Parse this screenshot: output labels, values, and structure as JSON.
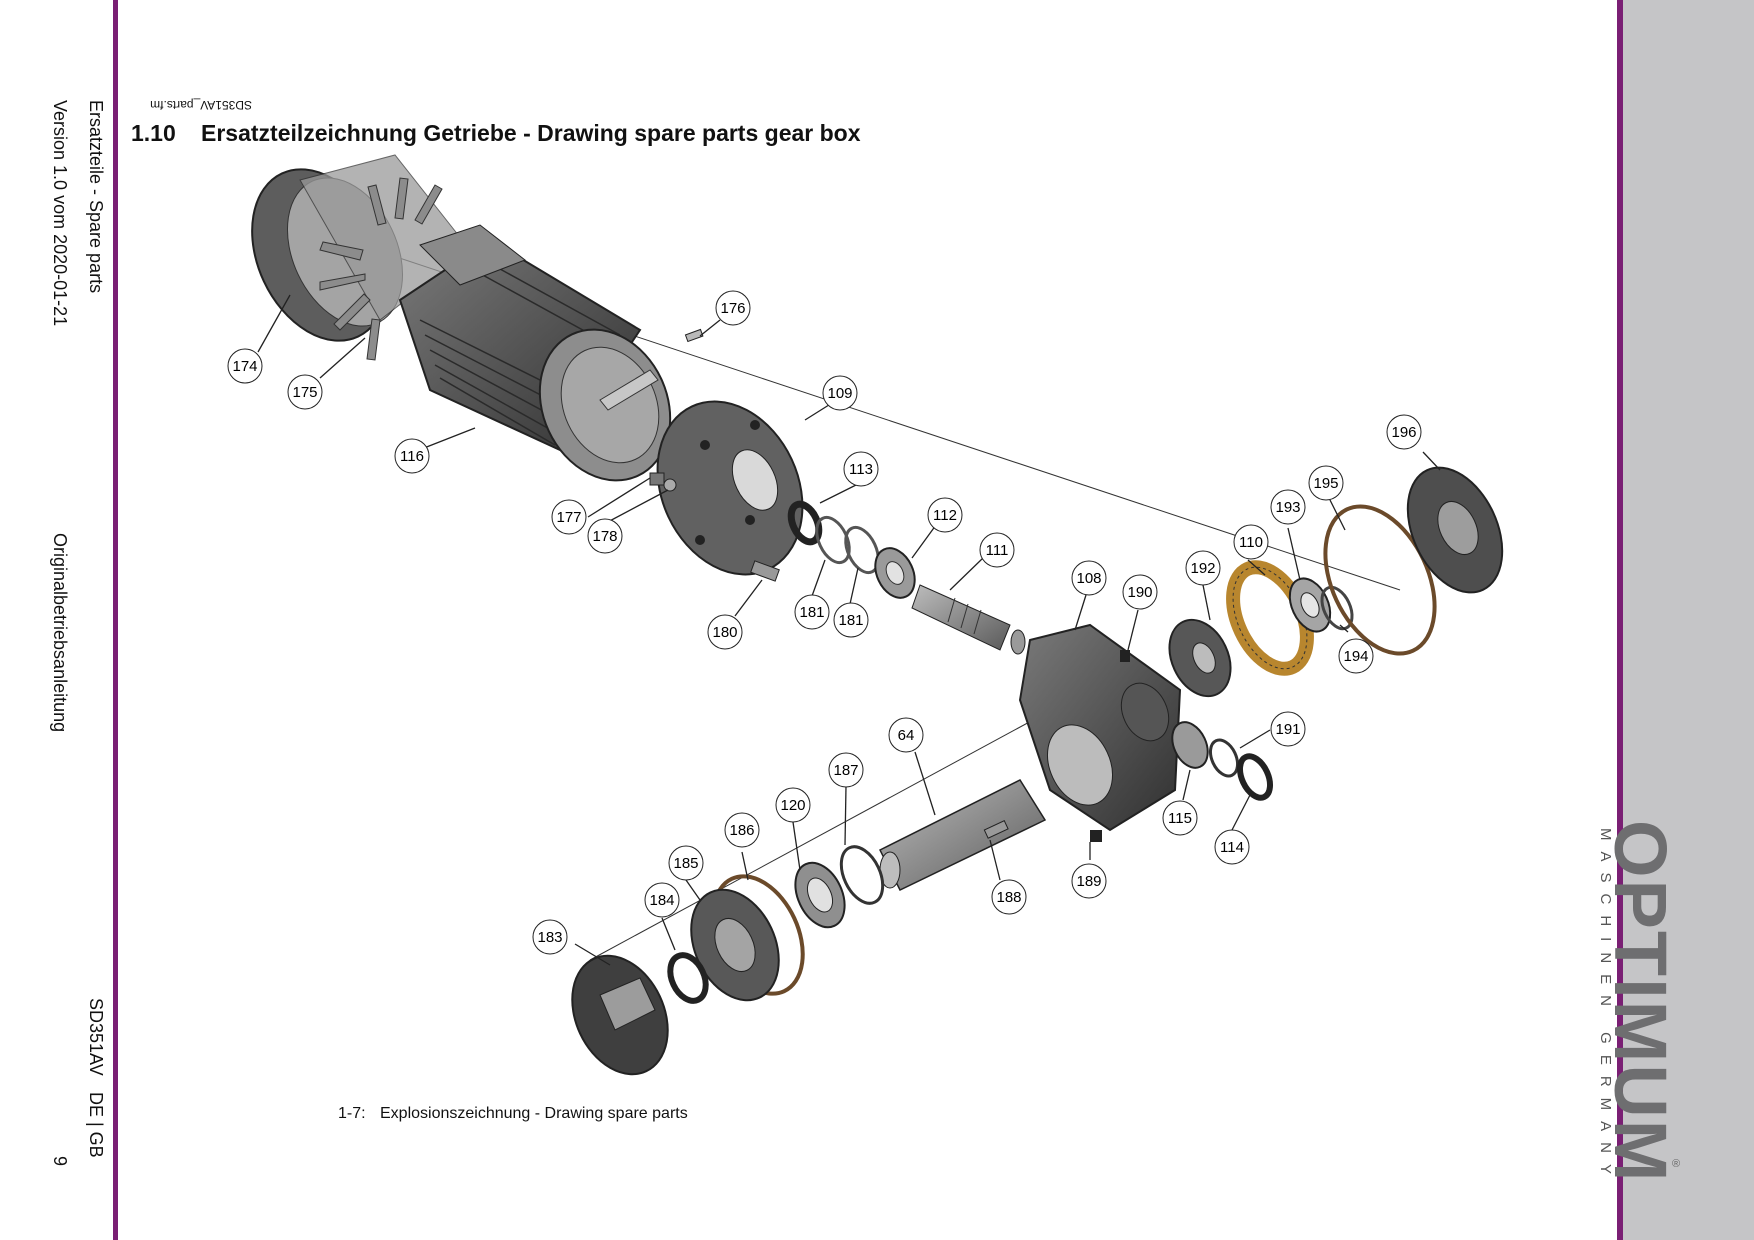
{
  "page": {
    "filename": "SD351AV_parts.fm",
    "section_number": "1.10",
    "section_title": "Ersatzteilzeichnung Getriebe - Drawing spare parts gear box",
    "caption_number": "1-7:",
    "caption_text": "Explosionszeichnung - Drawing spare parts"
  },
  "sidebar": {
    "chapter": "Ersatzteile - Spare parts",
    "version": "Version 1.0  vom 2020-01-21",
    "manual": "Originalbetriebsanleitung",
    "model": "SD351AV",
    "language": "DE | GB",
    "page_number": "9"
  },
  "logo": {
    "word": "OPTIMUM",
    "sub": "MASCHINEN GERMANY",
    "reg": "®"
  },
  "colors": {
    "accent": "#7a1f74",
    "panel": "#c5c5c7",
    "part_dark": "#4a4a4a",
    "part_mid": "#8a8a8a",
    "gear_bronze": "#b8862e"
  },
  "callouts": [
    "174",
    "175",
    "116",
    "176",
    "109",
    "113",
    "177",
    "178",
    "112",
    "111",
    "180",
    "181",
    "181",
    "108",
    "190",
    "192",
    "110",
    "193",
    "195",
    "196",
    "194",
    "64",
    "187",
    "120",
    "186",
    "185",
    "184",
    "183",
    "188",
    "189",
    "115",
    "191",
    "114"
  ]
}
